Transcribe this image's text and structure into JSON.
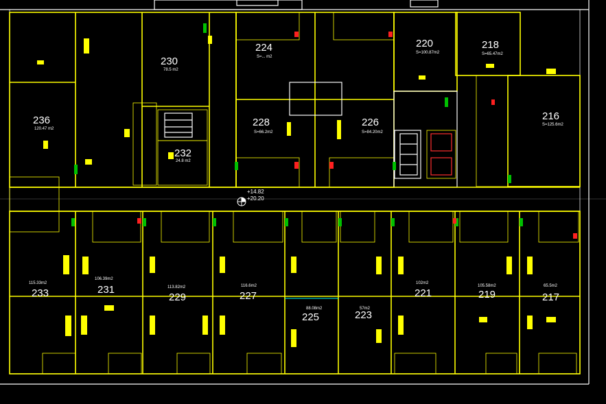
{
  "plan": {
    "rooms": [
      {
        "id": "236",
        "number": "236",
        "area": "120.47 m2"
      },
      {
        "id": "230",
        "number": "230",
        "area": "78.5 m2"
      },
      {
        "id": "232",
        "number": "232",
        "area": "24.8 m2"
      },
      {
        "id": "224",
        "number": "224",
        "area": "S=... m2"
      },
      {
        "id": "228",
        "number": "228",
        "area": "S=66.2m2"
      },
      {
        "id": "226",
        "number": "226",
        "area": "S=84.20m2"
      },
      {
        "id": "220",
        "number": "220",
        "area": "S=100.87m2"
      },
      {
        "id": "218",
        "number": "218",
        "area": "S=65.47m2"
      },
      {
        "id": "216",
        "number": "216",
        "area": "S=125.6m2"
      },
      {
        "id": "233",
        "number": "233",
        "area": "115.33m2"
      },
      {
        "id": "231",
        "number": "231",
        "area": "106.39m2"
      },
      {
        "id": "229",
        "number": "229",
        "area": "113.82m2"
      },
      {
        "id": "227",
        "number": "227",
        "area": "116.6m2"
      },
      {
        "id": "225",
        "number": "225",
        "area": "88.08m2"
      },
      {
        "id": "223",
        "number": "223",
        "area": "57m2"
      },
      {
        "id": "221",
        "number": "221",
        "area": "102m2"
      },
      {
        "id": "219",
        "number": "219",
        "area": "105.58m2"
      },
      {
        "id": "217",
        "number": "217",
        "area": "65.5m2"
      }
    ],
    "levels": {
      "top": "+14.82",
      "bottom": "+20.20"
    }
  }
}
